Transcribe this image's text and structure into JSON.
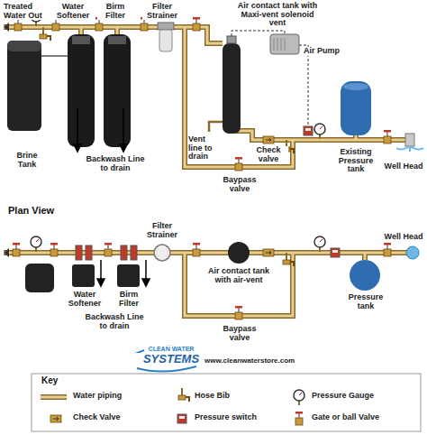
{
  "diagram": {
    "labels": [
      "Treated Water Out",
      "Water Softener",
      "Birm Filter",
      "Filter Strainer",
      "Air contact tank with Maxi-vent solenoid vent",
      "Air Pump",
      "Vent line to drain",
      "Check valve",
      "Existing Pressure tank",
      "Well Head",
      "Brine Tank",
      "Backwash Line to drain",
      "Baypass valve",
      "Plan View",
      "Filter Strainer",
      "Well Head",
      "Air contact tank with air-vent",
      "Pressure tank",
      "Water Softener",
      "Birm Filter",
      "Backwash Line to drain",
      "Baypass valve",
      "CLEAN WATER",
      "SYSTEMS",
      "www.cleanwaterstore.com",
      "Key"
    ],
    "legend": [
      {
        "text": "Water piping"
      },
      {
        "text": "Check Valve"
      },
      {
        "text": "Hose Bib"
      },
      {
        "text": "Pressure switch"
      },
      {
        "text": "Pressure Gauge"
      },
      {
        "text": "Gate or ball Valve"
      }
    ]
  }
}
